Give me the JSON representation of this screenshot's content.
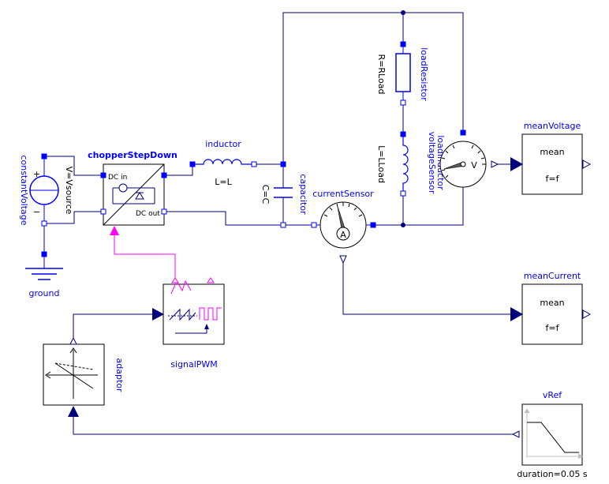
{
  "components": {
    "constantVoltage": {
      "name": "constantVoltage",
      "param": "V=Vsource",
      "plus": "+",
      "minus": "−"
    },
    "ground": {
      "name": "ground"
    },
    "chopper": {
      "name": "chopperStepDown",
      "dc_in": "DC in",
      "dc_out": "DC out"
    },
    "inductor": {
      "name": "inductor",
      "param": "L=L"
    },
    "capacitor": {
      "name": "capacitor",
      "param": "C=C"
    },
    "currentSensor": {
      "name": "currentSensor",
      "glyph": "A"
    },
    "loadResistor": {
      "name": "loadResistor",
      "param": "R=RLoad"
    },
    "loadInductor": {
      "name": "loadInductor",
      "param": "L=LLoad"
    },
    "voltageSensor": {
      "name": "voltageSensor",
      "glyph": "V"
    },
    "meanVoltage": {
      "name": "meanVoltage",
      "line1": "mean",
      "line2": "f=f"
    },
    "meanCurrent": {
      "name": "meanCurrent",
      "line1": "mean",
      "line2": "f=f"
    },
    "signalPWM": {
      "name": "signalPWM"
    },
    "adaptor": {
      "name": "adaptor"
    },
    "vRef": {
      "name": "vRef",
      "param": "duration=0.05 s"
    }
  },
  "colors": {
    "wire": "#00007f",
    "pin": "#0000ff",
    "label": "#0000ff",
    "pwm_signal": "#ff00ff"
  }
}
